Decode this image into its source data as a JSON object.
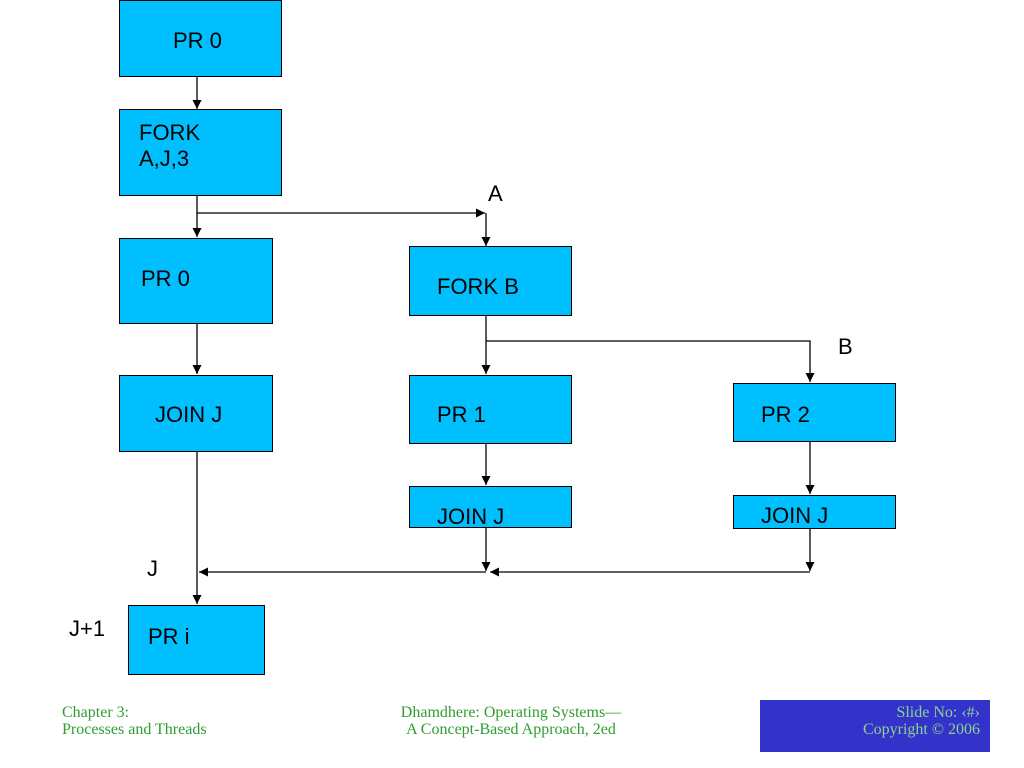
{
  "nodes": {
    "pr0_top": "PR 0",
    "fork_aj3": "FORK\nA,J,3",
    "pr0_mid": "PR 0",
    "fork_b": "FORK B",
    "join_j_left": "JOIN J",
    "pr1": "PR 1",
    "pr2": "PR 2",
    "join_j_mid": "JOIN J",
    "join_j_right": "JOIN J",
    "pr_i": "PR i"
  },
  "labels": {
    "a": "A",
    "b": "B",
    "j": "J",
    "j_plus_1": "J+1"
  },
  "footer": {
    "left_line1": "Chapter 3:",
    "left_line2": "Processes and Threads",
    "center_line1": "Dhamdhere: Operating Systems—",
    "center_line2": "A Concept-Based Approach, 2ed",
    "right_line1": "Slide No: ‹#›",
    "right_line2": "Copyright © 2006"
  },
  "colors": {
    "box_fill": "#00bfff",
    "footer_left_text": "#2f9e2f",
    "footer_right_bg": "#3333cc"
  }
}
